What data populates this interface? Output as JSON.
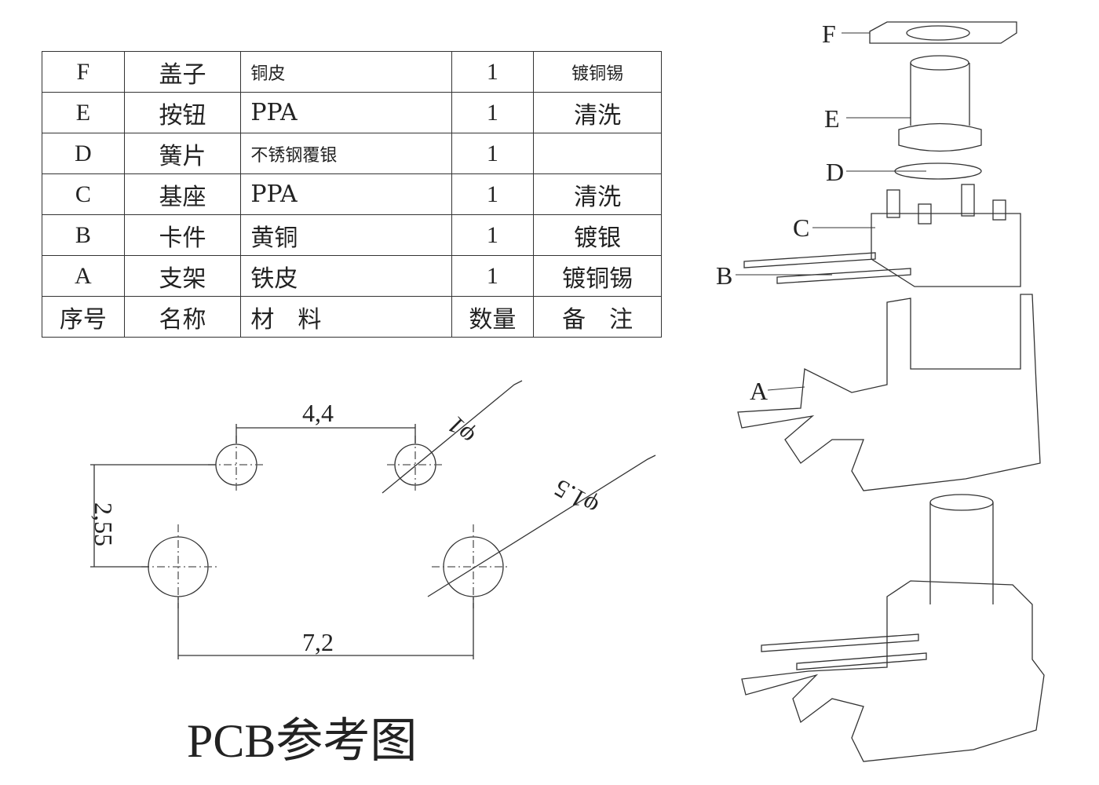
{
  "parts_table": {
    "rows": [
      {
        "id": "F",
        "name": "盖子",
        "material": "铜皮",
        "qty": "1",
        "note": "镀铜锡"
      },
      {
        "id": "E",
        "name": "按钮",
        "material": "PPA",
        "qty": "1",
        "note": "清洗"
      },
      {
        "id": "D",
        "name": "簧片",
        "material": "不锈钢覆银",
        "qty": "1",
        "note": ""
      },
      {
        "id": "C",
        "name": "基座",
        "material": "PPA",
        "qty": "1",
        "note": "清洗"
      },
      {
        "id": "B",
        "name": "卡件",
        "material": "黄铜",
        "qty": "1",
        "note": "镀银"
      },
      {
        "id": "A",
        "name": "支架",
        "material": "铁皮",
        "qty": "1",
        "note": "镀铜锡"
      }
    ],
    "header": {
      "id": "序号",
      "name": "名称",
      "material": "材　料",
      "qty": "数量",
      "note": "备　注"
    }
  },
  "pcb": {
    "title": "PCB参考图",
    "dim_top": "4,4",
    "dim_left": "2,55",
    "dim_bottom": "7,2",
    "hole_small": "φ1",
    "hole_large": "φ1.5"
  },
  "exploded_labels": [
    "F",
    "E",
    "D",
    "C",
    "B",
    "A"
  ]
}
